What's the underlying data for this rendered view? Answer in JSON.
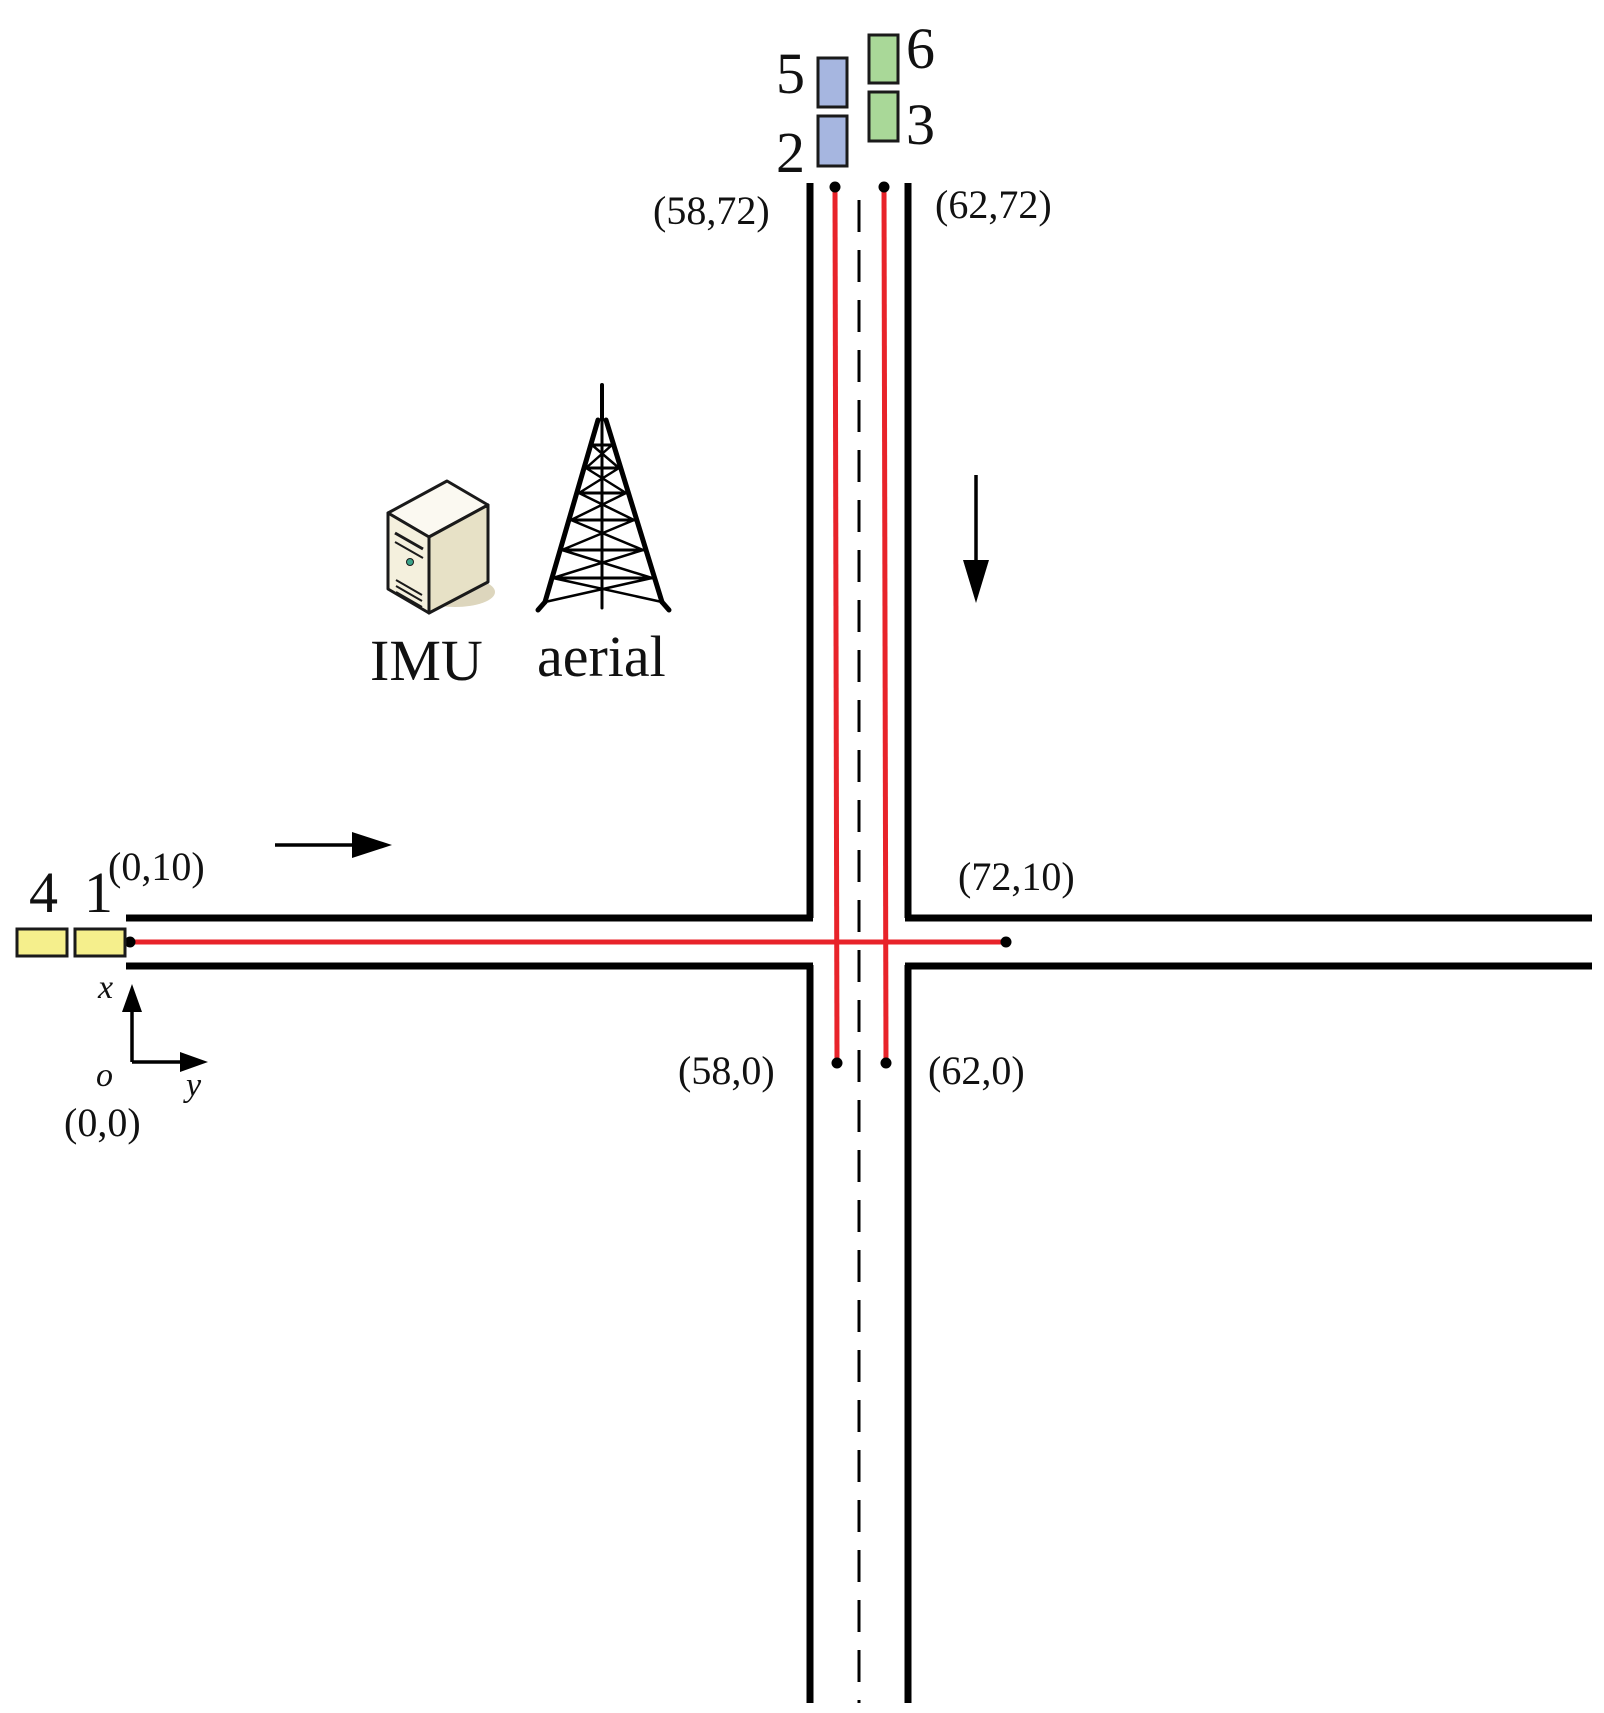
{
  "coords": {
    "c_58_72": "(58,72)",
    "c_62_72": "(62,72)",
    "c_0_10": "(0,10)",
    "c_72_10": "(72,10)",
    "c_58_0": "(58,0)",
    "c_62_0": "(62,0)",
    "c_0_0": "(0,0)"
  },
  "vehicles": {
    "v1": "1",
    "v2": "2",
    "v3": "3",
    "v4": "4",
    "v5": "5",
    "v6": "6"
  },
  "axes": {
    "x": "x",
    "y": "y",
    "origin": "o"
  },
  "devices": {
    "server": "IMU",
    "tower": "aerial"
  },
  "colors": {
    "road": "#000000",
    "path": "#e8232a",
    "vehicle_yellow": "#f5ef8c",
    "vehicle_blue": "#a6b6e0",
    "vehicle_green": "#a9d898"
  }
}
